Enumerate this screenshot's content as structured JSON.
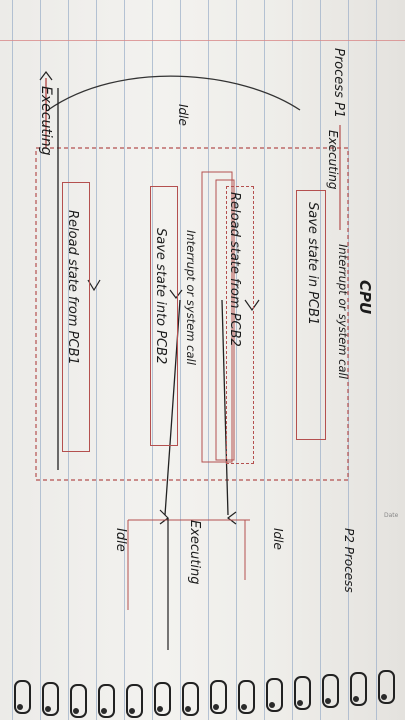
{
  "corner": {
    "date_label": "Date"
  },
  "headings": {
    "cpu": "CPU",
    "process_p1": "Process P1",
    "process_p2": "P2 Process"
  },
  "left_timeline": {
    "executing_top": "Executing",
    "executing_bottom": "Executing",
    "idle": "Idle"
  },
  "right_timeline": {
    "idle_top": "Idle",
    "executing": "Executing",
    "idle_bottom": "Idle"
  },
  "steps": [
    "Interrupt or system call",
    "Save state in PCB1",
    "Reload state from PCB2",
    "Interrupt or system call",
    "Save state into PCB2",
    "Reload state from PCB1"
  ]
}
